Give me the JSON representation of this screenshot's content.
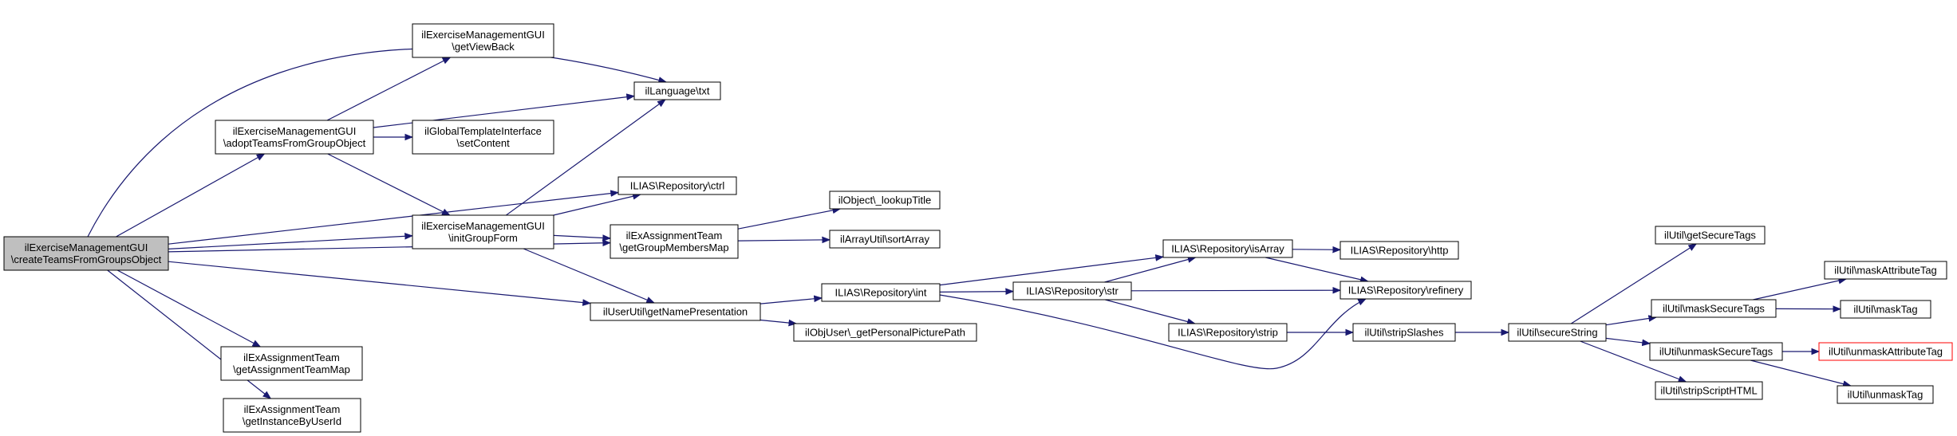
{
  "colors": {
    "edge": "#191970",
    "root_fill": "#bfbfbf",
    "node_fill": "#ffffff",
    "node_border": "#000000",
    "highlight_border": "#ff0000"
  },
  "nodes": {
    "createTeams": {
      "lines": [
        "ilExerciseManagementGUI",
        "\\createTeamsFromGroupsObject"
      ]
    },
    "adoptTeams": {
      "lines": [
        "ilExerciseManagementGUI",
        "\\adoptTeamsFromGroupObject"
      ]
    },
    "getViewBack": {
      "lines": [
        "ilExerciseManagementGUI",
        "\\getViewBack"
      ]
    },
    "langTxt": {
      "lines": [
        "ilLanguage\\txt"
      ]
    },
    "setContent": {
      "lines": [
        "ilGlobalTemplateInterface",
        "\\setContent"
      ]
    },
    "ctrl": {
      "lines": [
        "ILIAS\\Repository\\ctrl"
      ]
    },
    "initGroupForm": {
      "lines": [
        "ilExerciseManagementGUI",
        "\\initGroupForm"
      ]
    },
    "getGroupMembersMap": {
      "lines": [
        "ilExAssignmentTeam",
        "\\getGroupMembersMap"
      ]
    },
    "lookupTitle": {
      "lines": [
        "ilObject\\_lookupTitle"
      ]
    },
    "sortArray": {
      "lines": [
        "ilArrayUtil\\sortArray"
      ]
    },
    "getNamePresentation": {
      "lines": [
        "ilUserUtil\\getNamePresentation"
      ]
    },
    "repoInt": {
      "lines": [
        "ILIAS\\Repository\\int"
      ]
    },
    "personalPicture": {
      "lines": [
        "ilObjUser\\_getPersonalPicturePath"
      ]
    },
    "repoStr": {
      "lines": [
        "ILIAS\\Repository\\str"
      ]
    },
    "repoIsArray": {
      "lines": [
        "ILIAS\\Repository\\isArray"
      ]
    },
    "repoHttp": {
      "lines": [
        "ILIAS\\Repository\\http"
      ]
    },
    "repoRefinery": {
      "lines": [
        "ILIAS\\Repository\\refinery"
      ]
    },
    "repoStrip": {
      "lines": [
        "ILIAS\\Repository\\strip"
      ]
    },
    "stripSlashes": {
      "lines": [
        "ilUtil\\stripSlashes"
      ]
    },
    "secureString": {
      "lines": [
        "ilUtil\\secureString"
      ]
    },
    "getSecureTags": {
      "lines": [
        "ilUtil\\getSecureTags"
      ]
    },
    "maskSecureTags": {
      "lines": [
        "ilUtil\\maskSecureTags"
      ]
    },
    "unmaskSecureTags": {
      "lines": [
        "ilUtil\\unmaskSecureTags"
      ]
    },
    "stripScriptHTML": {
      "lines": [
        "ilUtil\\stripScriptHTML"
      ]
    },
    "maskAttributeTag": {
      "lines": [
        "ilUtil\\maskAttributeTag"
      ]
    },
    "maskTag": {
      "lines": [
        "ilUtil\\maskTag"
      ]
    },
    "unmaskAttributeTag": {
      "lines": [
        "ilUtil\\unmaskAttributeTag"
      ]
    },
    "unmaskTag": {
      "lines": [
        "ilUtil\\unmaskTag"
      ]
    },
    "getAssignmentTeamMap": {
      "lines": [
        "ilExAssignmentTeam",
        "\\getAssignmentTeamMap"
      ]
    },
    "getInstanceByUserId": {
      "lines": [
        "ilExAssignmentTeam",
        "\\getInstanceByUserId"
      ]
    }
  },
  "edges": [
    [
      "createTeams",
      "langTxt"
    ],
    [
      "createTeams",
      "adoptTeams"
    ],
    [
      "createTeams",
      "ctrl"
    ],
    [
      "createTeams",
      "initGroupForm"
    ],
    [
      "createTeams",
      "getGroupMembersMap"
    ],
    [
      "createTeams",
      "getNamePresentation"
    ],
    [
      "createTeams",
      "getAssignmentTeamMap"
    ],
    [
      "createTeams",
      "getInstanceByUserId"
    ],
    [
      "adoptTeams",
      "getViewBack"
    ],
    [
      "adoptTeams",
      "langTxt"
    ],
    [
      "adoptTeams",
      "setContent"
    ],
    [
      "adoptTeams",
      "initGroupForm"
    ],
    [
      "initGroupForm",
      "langTxt"
    ],
    [
      "initGroupForm",
      "ctrl"
    ],
    [
      "initGroupForm",
      "getGroupMembersMap"
    ],
    [
      "initGroupForm",
      "getNamePresentation"
    ],
    [
      "getGroupMembersMap",
      "lookupTitle"
    ],
    [
      "getGroupMembersMap",
      "sortArray"
    ],
    [
      "getNamePresentation",
      "repoInt"
    ],
    [
      "getNamePresentation",
      "personalPicture"
    ],
    [
      "repoInt",
      "repoIsArray"
    ],
    [
      "repoInt",
      "repoStr"
    ],
    [
      "repoInt",
      "repoRefinery"
    ],
    [
      "repoStr",
      "repoIsArray"
    ],
    [
      "repoStr",
      "repoRefinery"
    ],
    [
      "repoStr",
      "repoStrip"
    ],
    [
      "repoIsArray",
      "repoHttp"
    ],
    [
      "repoIsArray",
      "repoRefinery"
    ],
    [
      "repoStrip",
      "stripSlashes"
    ],
    [
      "stripSlashes",
      "secureString"
    ],
    [
      "secureString",
      "getSecureTags"
    ],
    [
      "secureString",
      "maskSecureTags"
    ],
    [
      "secureString",
      "unmaskSecureTags"
    ],
    [
      "secureString",
      "stripScriptHTML"
    ],
    [
      "maskSecureTags",
      "maskAttributeTag"
    ],
    [
      "maskSecureTags",
      "maskTag"
    ],
    [
      "unmaskSecureTags",
      "unmaskAttributeTag"
    ],
    [
      "unmaskSecureTags",
      "unmaskTag"
    ]
  ]
}
